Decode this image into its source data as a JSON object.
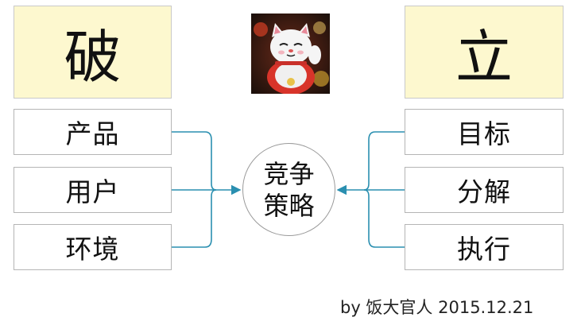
{
  "left": {
    "heading": "破",
    "items": [
      "产品",
      "用户",
      "环境"
    ]
  },
  "right": {
    "heading": "立",
    "items": [
      "目标",
      "分解",
      "执行"
    ]
  },
  "center": {
    "line1": "竞争",
    "line2": "策略"
  },
  "credit": "by 饭大官人 2015.12.21",
  "colors": {
    "heading_fill": "#fdf8cf",
    "connector": "#2a8fb0",
    "border": "#b5b5b5"
  },
  "image": {
    "icon": "lucky-cat-photo-icon"
  }
}
